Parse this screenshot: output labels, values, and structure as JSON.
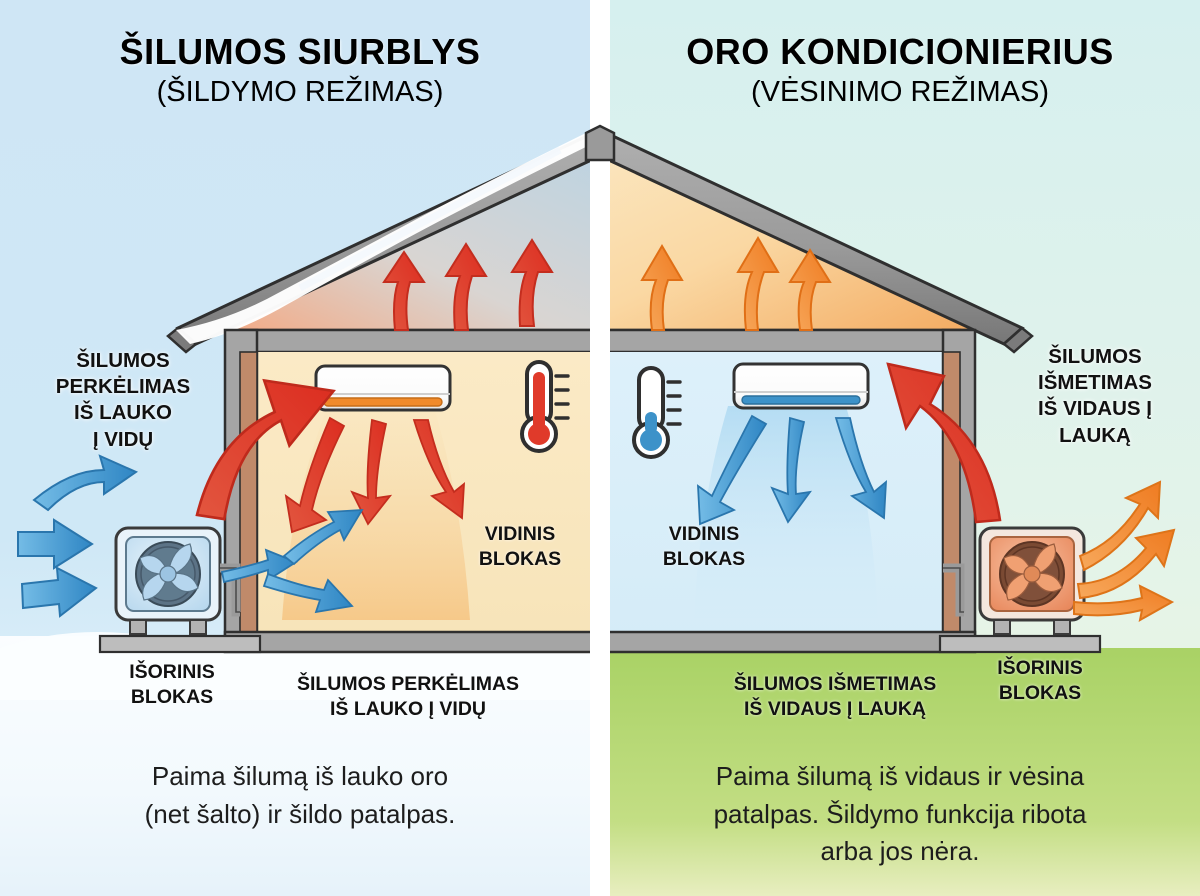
{
  "panels": {
    "left": {
      "title": "ŠILUMOS SIURBLYS",
      "subtitle": "(ŠILDYMO REŽIMAS)",
      "callout_transfer": "ŠILUMOS\nPERKĖLIMAS\nIŠ LAUKO\nĮ VIDŲ",
      "callout_transfer_lines": [
        "ŠILUMOS",
        "PERKĖLIMAS",
        "IŠ LAUKO",
        "Į VIDŲ"
      ],
      "indoor_unit_label": "VIDINIS\nBLOKAS",
      "indoor_unit_lines": [
        "VIDINIS",
        "BLOKAS"
      ],
      "outdoor_unit_label": "IŠORINIS\nBLOKAS",
      "outdoor_unit_lines": [
        "IŠORINIS",
        "BLOKAS"
      ],
      "bottom_flow_label": "ŠILUMOS PERKĖLIMAS\nIŠ LAUKO Į VIDŲ",
      "bottom_flow_lines": [
        "ŠILUMOS PERKĖLIMAS",
        "IŠ LAUKO Į VIDŲ"
      ],
      "caption": "Paima šilumą iš lauko oro (net šalto) ir šildo patalpas.",
      "caption_lines": [
        "Paima šilumą iš lauko oro",
        "(net šalto) ir šildo patalpas."
      ],
      "thermometer": "hot",
      "ground": "snow",
      "indoor_vent_color": "#f08a2a",
      "sky_color": "#c9e4f4",
      "room_color": "#fae9c2"
    },
    "right": {
      "title": "ORO KONDICIONIERIUS",
      "subtitle": "(VĖSINIMO REŽIMAS)",
      "callout_transfer": "ŠILUMOS\nIŠMETIMAS\nIŠ VIDAUS Į\nLAUKĄ",
      "callout_transfer_lines": [
        "ŠILUMOS",
        "IŠMETIMAS",
        "IŠ VIDAUS Į",
        "LAUKĄ"
      ],
      "indoor_unit_label": "VIDINIS\nBLOKAS",
      "indoor_unit_lines": [
        "VIDINIS",
        "BLOKAS"
      ],
      "outdoor_unit_label": "IŠORINIS\nBLOKAS",
      "outdoor_unit_lines": [
        "IŠORINIS",
        "BLOKAS"
      ],
      "bottom_flow_label": "ŠILUMOS IŠMETIMAS\nIŠ VIDAUS Į LAUKĄ",
      "bottom_flow_lines": [
        "ŠILUMOS IŠMETIMAS",
        "IŠ VIDAUS Į LAUKĄ"
      ],
      "caption": "Paima šilumą iš vidaus ir vėsina patalpas. Šildymo funkcija ribota arba jos nėra.",
      "caption_lines": [
        "Paima šilumą iš vidaus ir vėsina",
        "patalpas. Šildymo funkcija ribota",
        "arba jos nėra."
      ],
      "thermometer": "cold",
      "ground": "grass",
      "indoor_vent_color": "#3d92c9",
      "sky_color": "#d7f0ef",
      "room_color": "#dcf0fa"
    }
  },
  "colors": {
    "hot_arrow": "#e03a2a",
    "warm_arrow": "#f2913c",
    "cold_arrow": "#3f90cc",
    "roof": "#9a9a9a",
    "roof_dark": "#6e6e6e",
    "wall": "#a8a8a8",
    "grass": "#a8d264",
    "snow": "#f4fbff",
    "outline": "#2b2b2b",
    "outdoor_unit_cold": "#bfdcef",
    "outdoor_unit_hot": "#ef9a72"
  },
  "icons": {
    "thermometer_hot": "thermometer-hot-icon",
    "thermometer_cold": "thermometer-cold-icon",
    "fan": "fan-icon",
    "arrow_hot": "hot-arrow-icon",
    "arrow_cold": "cold-arrow-icon"
  }
}
